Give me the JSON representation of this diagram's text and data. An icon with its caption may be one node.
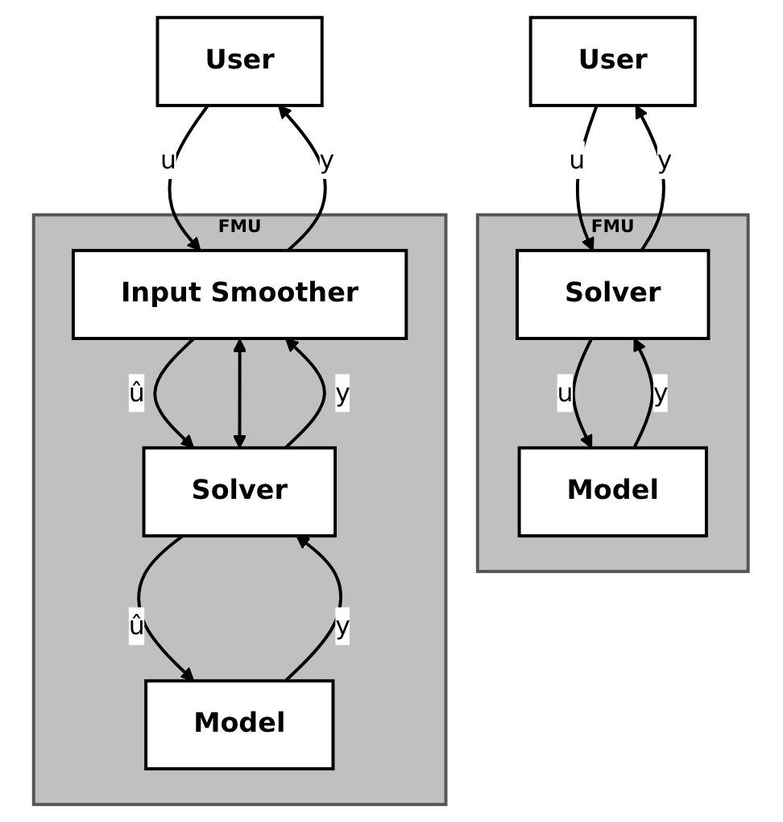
{
  "diagram": {
    "nodes": [
      {
        "text": [
          "User"
        ]
      },
      {
        "text": [
          "FMU"
        ]
      },
      {
        "text": [
          "Solver"
        ],
        "in": 1
      },
      {
        "text": [
          "Model"
        ],
        "in": 1
      },
      {
        "text": [
          "User"
        ]
      },
      {
        "text": [
          "FMU"
        ]
      },
      {
        "text": [
          "Input Smoother"
        ],
        "in": 5
      },
      {
        "text": [
          "Solver"
        ],
        "in": 5
      },
      {
        "text": [
          "Model"
        ],
        "in": 5
      }
    ],
    "edges": [
      {
        "from": 0,
        "to": 2,
        "arrow": "to",
        "label": "u"
      },
      {
        "from": 2,
        "to": 0,
        "arrow": "to",
        "label": "y"
      },
      {
        "from": 2,
        "to": 3,
        "arrow": "to",
        "label": "u"
      },
      {
        "from": 3,
        "to": 2,
        "arrow": "to",
        "label": "y"
      },
      {
        "from": 4,
        "to": 6,
        "arrow": "to",
        "label": "u"
      },
      {
        "from": 6,
        "to": 4,
        "arrow": "to",
        "label": "y"
      },
      {
        "from": 6,
        "to": 7,
        "arrow": "to",
        "label": "û"
      },
      {
        "from": 7,
        "to": 6,
        "arrow": "to",
        "label": "y"
      },
      {
        "from": 7,
        "to": 8,
        "arrow": "to",
        "label": "û"
      },
      {
        "from": 8,
        "to": 7,
        "arrow": "to",
        "label": "y"
      },
      {
        "from": 6,
        "to": 7,
        "arrow": "both"
      }
    ]
  }
}
